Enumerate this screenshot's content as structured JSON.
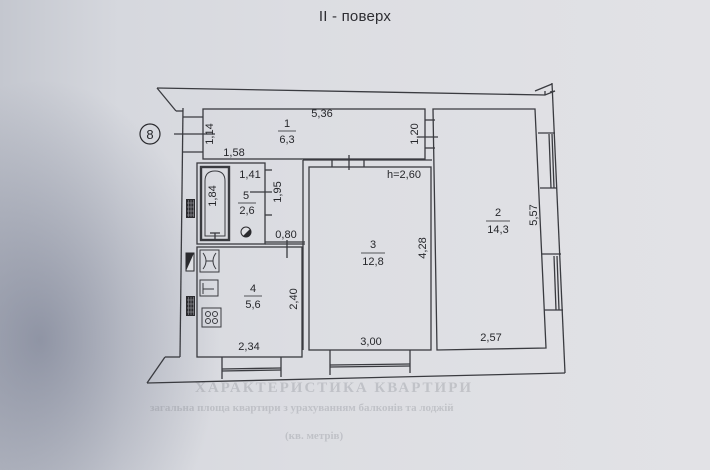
{
  "document": {
    "title": "II - поверх",
    "axis_marker": "8",
    "ceiling_height": "h=2,60"
  },
  "rooms": [
    {
      "number": "1",
      "area": "6,3",
      "dims": [
        "5,36",
        "1,14",
        "1,20",
        "1,58"
      ]
    },
    {
      "number": "2",
      "area": "14,3",
      "dims": [
        "5,57",
        "2,57"
      ]
    },
    {
      "number": "3",
      "area": "12,8",
      "dims": [
        "4,28",
        "3,00"
      ]
    },
    {
      "number": "4",
      "area": "5,6",
      "dims": [
        "2,40",
        "2,34"
      ]
    },
    {
      "number": "5",
      "area": "2,6",
      "dims": [
        "1,41",
        "1,84",
        "1,95",
        "0,80"
      ]
    }
  ],
  "fixtures": [
    "bathtub-icon",
    "toilet-icon",
    "radiator-icon",
    "boiler-icon",
    "sink-icon",
    "stove-icon",
    "window-icon"
  ],
  "faded_footer": {
    "line1": "ХАРАКТЕРИСТИКА КВАРТИРИ",
    "line2": "загальна площа квартири з урахуванням балконів та лоджій",
    "line3": "(кв. метрів)"
  },
  "colors": {
    "line": "#3a3b40",
    "paper": "#dfe0e4"
  }
}
